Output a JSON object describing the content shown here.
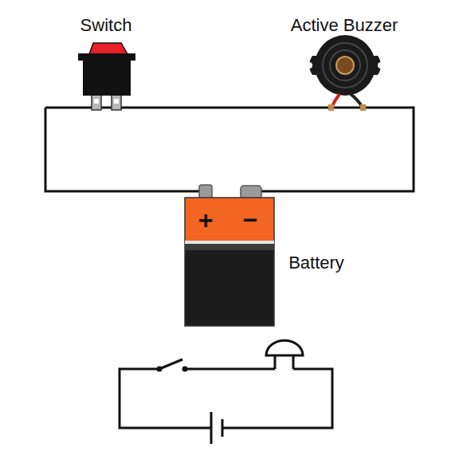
{
  "diagram": {
    "labels": [
      "Switch",
      "Active Buzzer",
      "+",
      "−",
      "Battery"
    ]
  }
}
